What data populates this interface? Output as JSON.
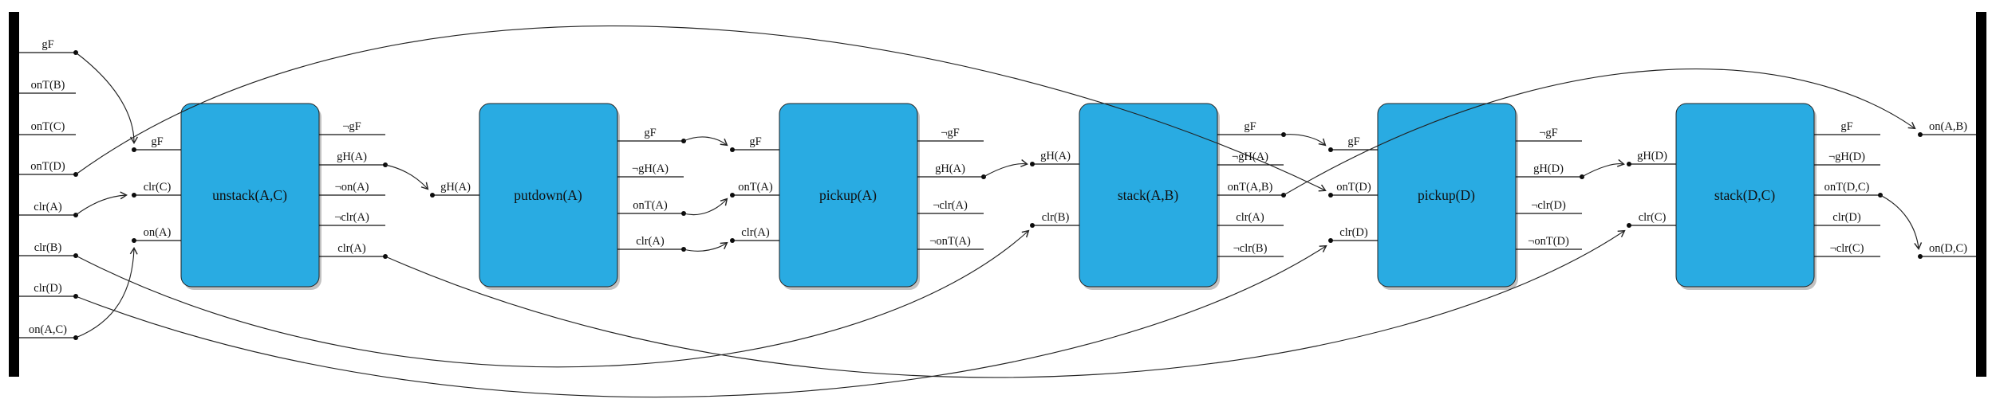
{
  "diagram_type": "partial-order plan / causal-link graph (blocks world)",
  "colors": {
    "action_fill": "#29abe2",
    "action_border": "#222222",
    "line": "#111111",
    "bar": "#000000",
    "background": "#ffffff"
  },
  "initial_state": {
    "items": [
      "gF",
      "onT(B)",
      "onT(C)",
      "onT(D)",
      "clr(A)",
      "clr(B)",
      "clr(D)",
      "on(A,C)"
    ]
  },
  "goal_state": {
    "items": [
      "on(A,B)",
      "on(D,C)"
    ]
  },
  "actions": [
    {
      "name": "unstack(A,C)",
      "inputs": [
        "gF",
        "clr(C)",
        "on(A)"
      ],
      "outputs": [
        "¬gF",
        "gH(A)",
        "¬on(A)",
        "¬clr(A)",
        "clr(A)"
      ]
    },
    {
      "name": "putdown(A)",
      "inputs": [
        "gH(A)"
      ],
      "outputs": [
        "gF",
        "¬gH(A)",
        "onT(A)",
        "clr(A)"
      ]
    },
    {
      "name": "pickup(A)",
      "inputs": [
        "gF",
        "onT(A)",
        "clr(A)"
      ],
      "outputs": [
        "¬gF",
        "gH(A)",
        "¬clr(A)",
        "¬onT(A)"
      ]
    },
    {
      "name": "stack(A,B)",
      "inputs": [
        "gH(A)",
        "clr(B)"
      ],
      "outputs": [
        "gF",
        "¬gH(A)",
        "onT(A,B)",
        "clr(A)",
        "¬clr(B)"
      ]
    },
    {
      "name": "pickup(D)",
      "inputs": [
        "gF",
        "onT(D)",
        "clr(D)"
      ],
      "outputs": [
        "¬gF",
        "gH(D)",
        "¬clr(D)",
        "¬onT(D)"
      ]
    },
    {
      "name": "stack(D,C)",
      "inputs": [
        "gH(D)",
        "clr(C)"
      ],
      "outputs": [
        "gF",
        "¬gH(D)",
        "onT(D,C)",
        "clr(D)",
        "¬clr(C)"
      ]
    }
  ],
  "links": [
    {
      "from": "init.gF",
      "to": "unstack(A,C).gF"
    },
    {
      "from": "init.clr(A)",
      "to": "unstack(A,C).clr(C)"
    },
    {
      "from": "init.on(A,C)",
      "to": "unstack(A,C).on(A)"
    },
    {
      "from": "init.onT(D)",
      "to": "pickup(D).onT(D)"
    },
    {
      "from": "init.clr(B)",
      "to": "stack(A,B).clr(B)"
    },
    {
      "from": "init.clr(D)",
      "to": "pickup(D).clr(D)"
    },
    {
      "from": "unstack(A,C).gH(A)",
      "to": "putdown(A).gH(A)"
    },
    {
      "from": "unstack(A,C).clr(A)",
      "to": "stack(D,C).clr(C)"
    },
    {
      "from": "putdown(A).gF",
      "to": "pickup(A).gF"
    },
    {
      "from": "putdown(A).onT(A)",
      "to": "pickup(A).onT(A)"
    },
    {
      "from": "putdown(A).clr(A)",
      "to": "pickup(A).clr(A)"
    },
    {
      "from": "pickup(A).gH(A)",
      "to": "stack(A,B).gH(A)"
    },
    {
      "from": "stack(A,B).gF",
      "to": "pickup(D).gF"
    },
    {
      "from": "stack(A,B).onT(A,B)",
      "to": "goal.on(A,B)"
    },
    {
      "from": "pickup(D).gH(D)",
      "to": "stack(D,C).gH(D)"
    },
    {
      "from": "stack(D,C).onT(D,C)",
      "to": "goal.on(D,C)"
    }
  ]
}
